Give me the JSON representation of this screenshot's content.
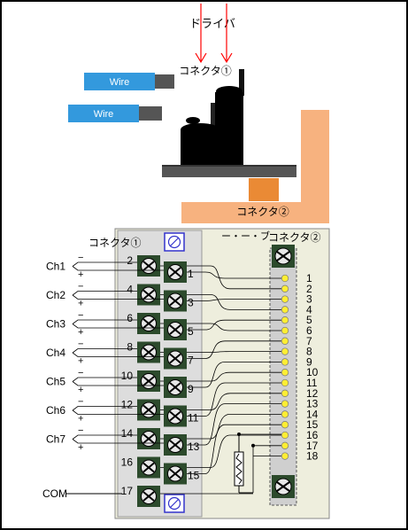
{
  "labels": {
    "driver": "ドライバ",
    "connector1_top": "コネクタ①",
    "connector2_mid": "コネクタ②",
    "partial_text": "ー・ー・ブ",
    "connector1_board": "コネクタ①",
    "connector2_board": "コネクタ②",
    "com": "COM"
  },
  "wires": [
    "Wire",
    "Wire"
  ],
  "channels": [
    "Ch1",
    "Ch2",
    "Ch3",
    "Ch4",
    "Ch5",
    "Ch6",
    "Ch7"
  ],
  "polarity": {
    "minus": "−",
    "plus": "+"
  },
  "left_terminals": [
    "2",
    "4",
    "6",
    "8",
    "10",
    "12",
    "14",
    "16",
    "17"
  ],
  "right_terminals": [
    "1",
    "3",
    "5",
    "7",
    "9",
    "11",
    "13",
    "15"
  ],
  "connector2_pins": [
    "1",
    "2",
    "3",
    "4",
    "5",
    "6",
    "7",
    "8",
    "9",
    "10",
    "11",
    "12",
    "13",
    "14",
    "15",
    "16",
    "17",
    "18"
  ],
  "colors": {
    "wire_blue": "#3399dd",
    "plate_orange": "#f7b27f",
    "block_orange": "#ea8a35",
    "board": "#eeeedd",
    "terminal": "#2c4a2c",
    "pin_yellow": "#ffee33",
    "arrow_red": "#ff0000"
  }
}
